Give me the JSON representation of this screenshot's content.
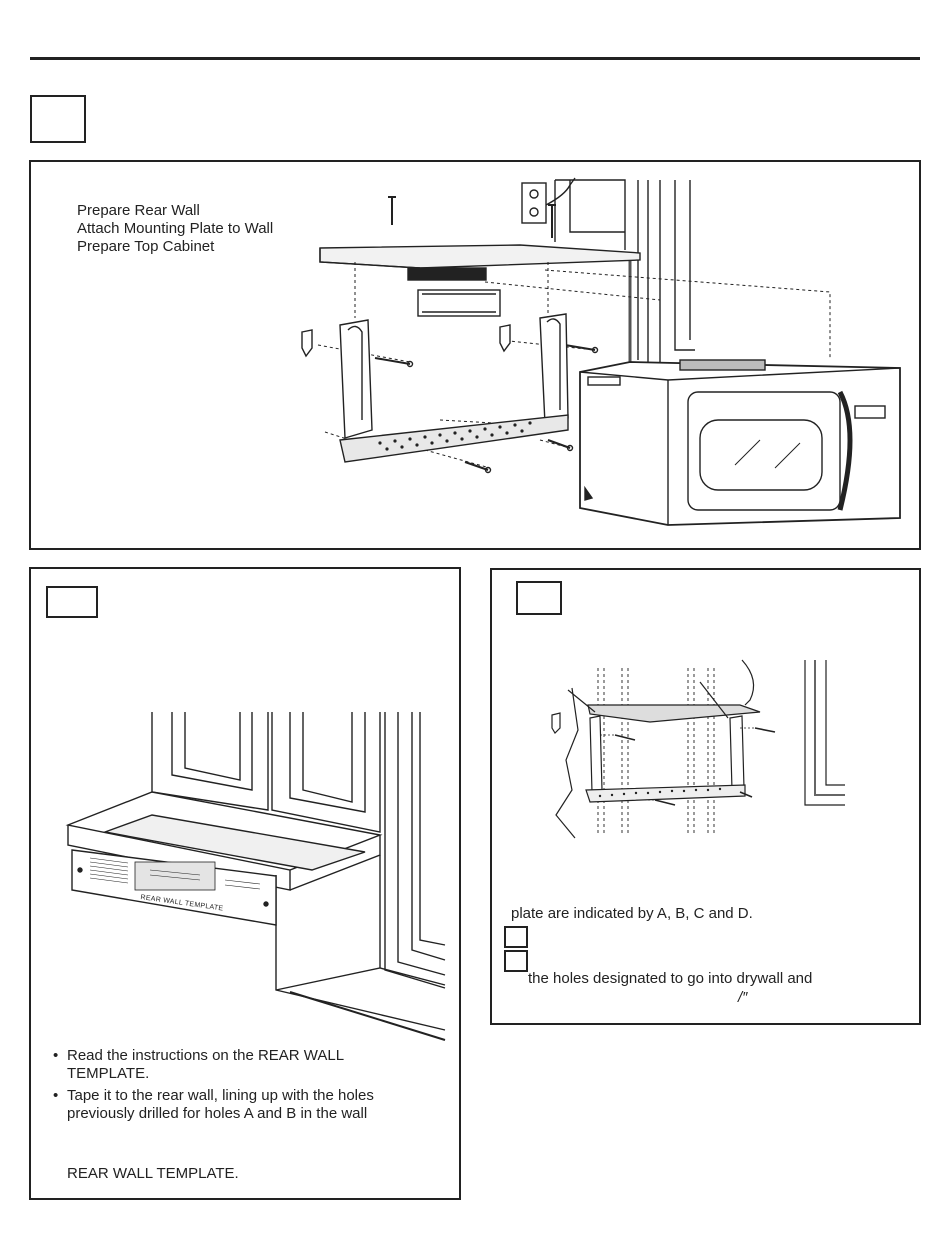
{
  "header": {
    "step_box_label": ""
  },
  "panel_top": {
    "lines": [
      "Prepare Rear Wall",
      "Attach Mounting Plate to Wall",
      "Prepare Top Cabinet"
    ]
  },
  "panel_left": {
    "step_box_label": "",
    "template_label": "REAR WALL TEMPLATE",
    "bullets": [
      "Read the instructions on the REAR WALL TEMPLATE.",
      "Tape it to the rear wall, lining up with the holes previously drilled for holes A and B in the wall"
    ],
    "tail_text": "REAR WALL TEMPLATE."
  },
  "panel_right": {
    "step_box_label": "",
    "line1": "plate are indicated by A, B, C and D.",
    "line2": "the holes designated to go into drywall and",
    "fraction_mark": "/″"
  }
}
